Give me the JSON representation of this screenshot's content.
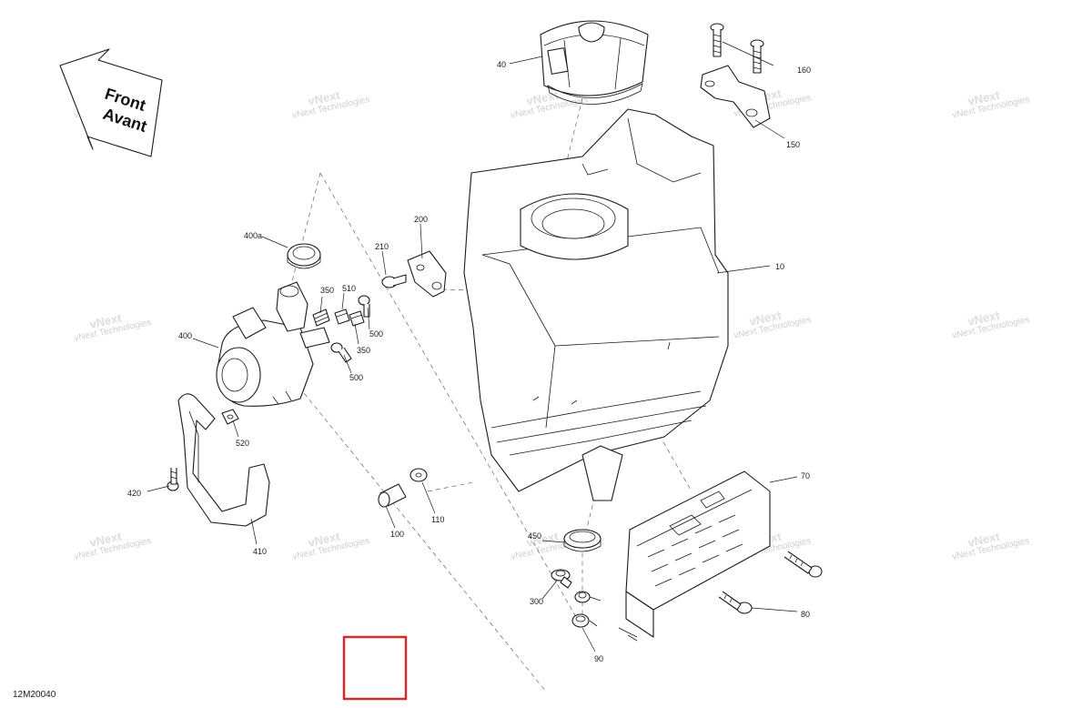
{
  "diagram": {
    "reference_code": "12M20040",
    "orientation_arrow": {
      "line1": "Front",
      "line2": "Avant"
    },
    "watermark": {
      "line1": "vNext",
      "line2": "Technologies",
      "full": "vNext Technologies"
    },
    "highlight_box_color": "#d62b2b",
    "callouts": [
      {
        "id": "c-40",
        "label": "40"
      },
      {
        "id": "c-160",
        "label": "160"
      },
      {
        "id": "c-150",
        "label": "150"
      },
      {
        "id": "c-10",
        "label": "10"
      },
      {
        "id": "c-200",
        "label": "200"
      },
      {
        "id": "c-210",
        "label": "210"
      },
      {
        "id": "c-400a",
        "label": "400a"
      },
      {
        "id": "c-350a",
        "label": "350"
      },
      {
        "id": "c-510",
        "label": "510"
      },
      {
        "id": "c-500a",
        "label": "500"
      },
      {
        "id": "c-350b",
        "label": "350"
      },
      {
        "id": "c-500b",
        "label": "500"
      },
      {
        "id": "c-400",
        "label": "400"
      },
      {
        "id": "c-520",
        "label": "520"
      },
      {
        "id": "c-420",
        "label": "420"
      },
      {
        "id": "c-410",
        "label": "410"
      },
      {
        "id": "c-100",
        "label": "100"
      },
      {
        "id": "c-110",
        "label": "110"
      },
      {
        "id": "c-450",
        "label": "450"
      },
      {
        "id": "c-300",
        "label": "300"
      },
      {
        "id": "c-90",
        "label": "90"
      },
      {
        "id": "c-70",
        "label": "70"
      },
      {
        "id": "c-80",
        "label": "80"
      }
    ]
  }
}
